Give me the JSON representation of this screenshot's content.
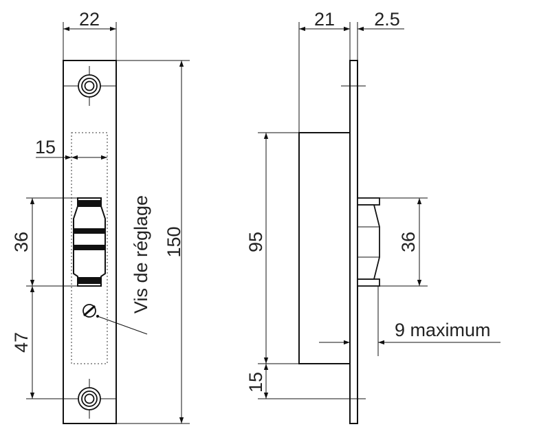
{
  "front_view": {
    "width": "22",
    "height": "150",
    "slot_width": "15",
    "roller_height": "36",
    "screw_offset": "47",
    "screw_label": "Vis de réglage"
  },
  "side_view": {
    "body_depth": "21",
    "plate_thickness": "2.5",
    "body_height": "95",
    "roller_height": "36",
    "bottom_offset": "15",
    "max_label": "9 maximum"
  }
}
